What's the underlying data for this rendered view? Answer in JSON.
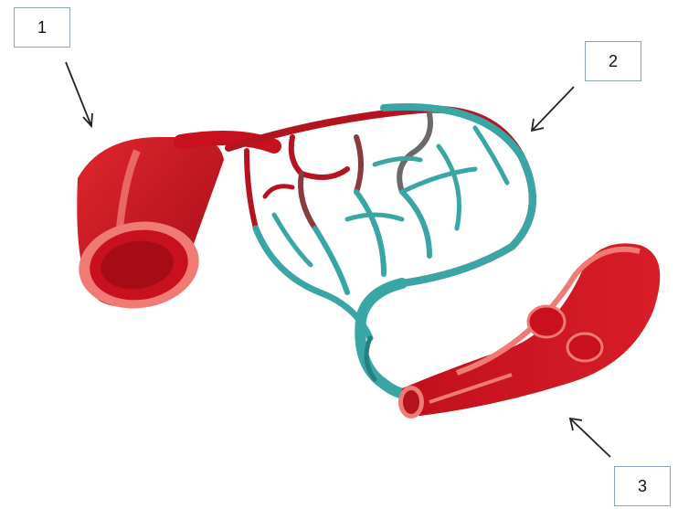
{
  "labels": [
    {
      "id": "1",
      "text": "1"
    },
    {
      "id": "2",
      "text": "2"
    },
    {
      "id": "3",
      "text": "3"
    }
  ],
  "colors": {
    "artery": "#c8101e",
    "artery_dark": "#8e0a12",
    "artery_light": "#f07a74",
    "capillary_red": "#b3141f",
    "capillary_teal": "#3aa5a5",
    "capillary_teal_dark": "#23807f",
    "arrow": "#222222",
    "box_border": "#8aa0c0"
  },
  "icons": {
    "arrow": "pointer-arrow",
    "vessels": "blood-vessel-illustration"
  }
}
